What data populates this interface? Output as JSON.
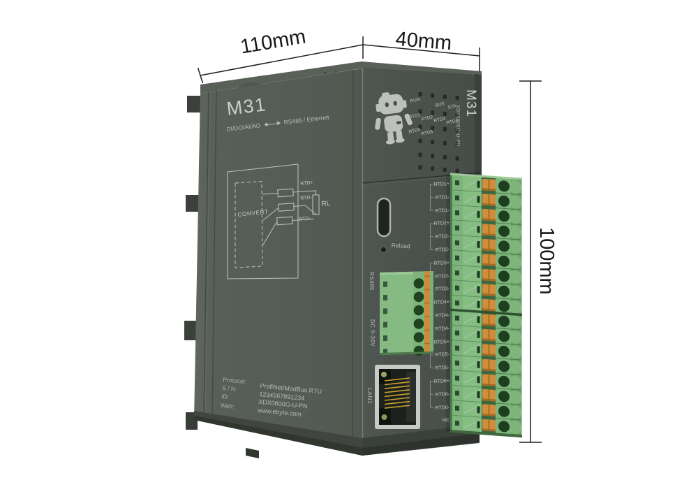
{
  "dimensions": {
    "width_label": "110mm",
    "depth_label": "40mm",
    "height_label": "100mm"
  },
  "side_panel": {
    "model": "M31",
    "io_left": "DI/DO/AI/AO",
    "io_right": "RS485 / Ethernet",
    "diagram": {
      "convert": "CONVERT",
      "rtd_plus": "RTD+",
      "rtd_minus_mid": "RTD-",
      "rtd_minus_bottom": "RTD-",
      "rl": "RL"
    },
    "info": {
      "labels": [
        "Protocol:",
        "S / N:",
        "ID:",
        "Web:"
      ],
      "values": [
        "ProfiNet/ModBus RTU",
        "1234567891234",
        "XDX0600G-U-PN",
        "www.ebyte.com"
      ]
    }
  },
  "front_panel": {
    "model_vertical": "M31",
    "part_number_vertical": "XDX0600G-U-PN",
    "led_labels_row1": [
      "RUN",
      "BUS",
      "STA"
    ],
    "led_labels_row2": [
      "RTD1",
      "RTD2",
      "RTD3",
      "RTD4"
    ],
    "led_labels_row3": [
      "RTD5",
      "RTD6"
    ],
    "reload_label": "Reload",
    "rs485_label": "RS485",
    "power_label": "DC 9-36V",
    "lan_label": "LAN1",
    "terminal_labels": [
      "RTD1+",
      "RTD1-",
      "RTD1-",
      "RTD2+",
      "RTD2-",
      "RTD2-",
      "RTD3+",
      "RTD3-",
      "RTD3-",
      "RTD4+",
      "RTD4-",
      "RTD4-",
      "RTD5+",
      "RTD5-",
      "RTD5-",
      "RTD6+",
      "RTD6-",
      "RTD6-",
      "NC"
    ]
  },
  "colors": {
    "side_face": "#565d57",
    "front_face": "#4a514c",
    "top_face": "#586057",
    "connector_green": "#86bd83",
    "connector_green_dark": "#1d3f20",
    "clamp_orange": "#d08e3c",
    "robot_gray": "#bdc1bd",
    "panel_text": "#c3c7c3",
    "dimension_text": "#171717"
  }
}
